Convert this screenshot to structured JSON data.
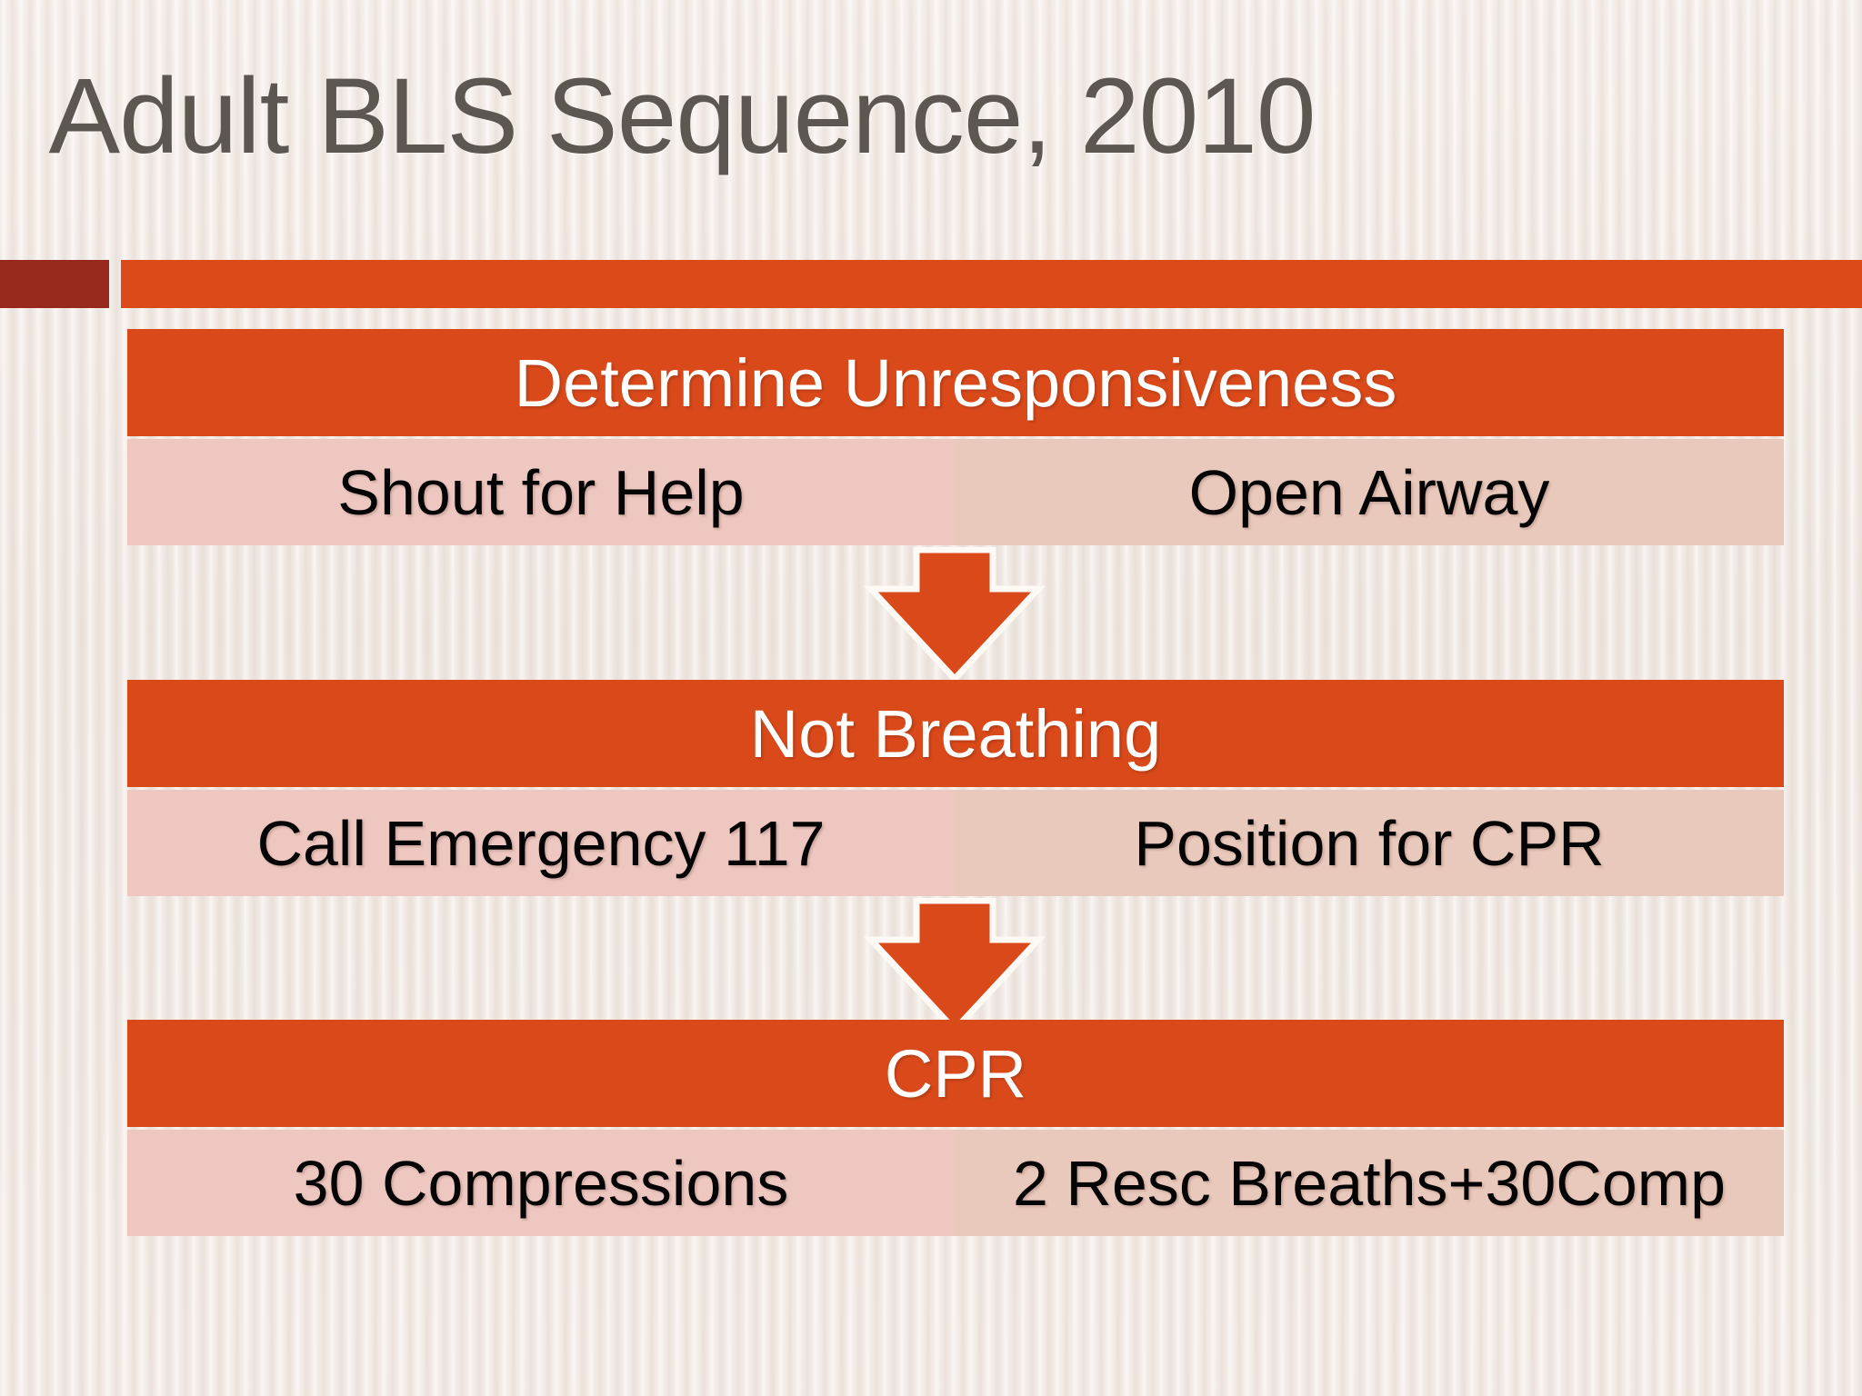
{
  "slide": {
    "title": "Adult BLS Sequence, 2010",
    "colors": {
      "background": "#f1eae5",
      "title_text": "#5d5752",
      "accent_dark_red": "#99291d",
      "accent_orange": "#dc4a1a",
      "header_box": "#d9491a",
      "cell_left": "#eec7c1",
      "cell_right": "#e9c9bc",
      "header_text": "#ffffff",
      "cell_text": "#050505"
    }
  },
  "flow": {
    "steps": [
      {
        "header": "Determine Unresponsiveness",
        "left": "Shout for Help",
        "right": "Open Airway"
      },
      {
        "header": "Not Breathing",
        "left": "Call Emergency 117",
        "right": "Position for CPR"
      },
      {
        "header": "CPR",
        "left": "30 Compressions",
        "right": "2 Resc Breaths+30Comp"
      }
    ],
    "connectors": [
      {
        "icon": "down-arrow-icon"
      },
      {
        "icon": "down-arrow-icon"
      }
    ]
  }
}
